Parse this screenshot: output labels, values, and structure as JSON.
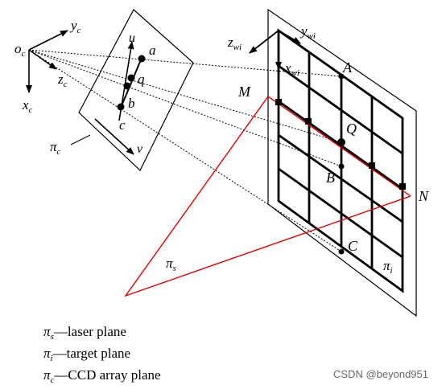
{
  "camera": {
    "origin": {
      "main": "o",
      "sub": "c"
    },
    "axis_y": {
      "main": "y",
      "sub": "c"
    },
    "axis_z": {
      "main": "z",
      "sub": "c"
    },
    "axis_x": {
      "main": "x",
      "sub": "c"
    }
  },
  "ccd_plane": {
    "name": {
      "main": "π",
      "sub": "c"
    },
    "axis_u": "u",
    "axis_v": "v",
    "point_a": "a",
    "point_q": "q",
    "point_b": "b",
    "point_c": "c"
  },
  "world": {
    "axis_z": {
      "main": "z",
      "sub": "wi"
    },
    "axis_y": {
      "main": "y",
      "sub": "wi"
    },
    "axis_x": {
      "main": "x",
      "sub": "wi"
    }
  },
  "target_plane": {
    "name": {
      "main": "π",
      "sub": "i"
    },
    "point_A": "A",
    "point_Q": "Q",
    "point_B": "B",
    "point_C": "C"
  },
  "laser_plane": {
    "name": {
      "main": "π",
      "sub": "s"
    },
    "point_M": "M",
    "point_N": "N"
  },
  "legend": [
    {
      "symbol": "π",
      "sub": "s",
      "text": "—laser plane"
    },
    {
      "symbol": "π",
      "sub": "i",
      "text": "—target plane"
    },
    {
      "symbol": "π",
      "sub": "c",
      "text": "—CCD array plane"
    }
  ],
  "watermark": "CSDN @beyond951",
  "colors": {
    "laser": "#e00000",
    "ink": "#000000"
  }
}
